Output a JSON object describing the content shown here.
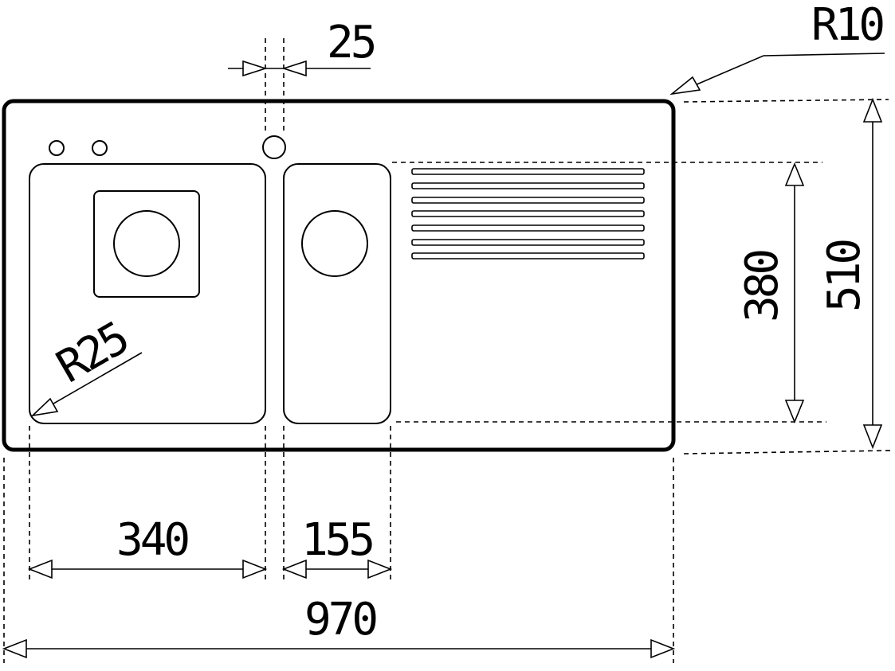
{
  "diagram": {
    "subject": "Kitchen sink with one and a half bowls and drainer",
    "colors": {
      "line": "#000000",
      "background": "#ffffff"
    },
    "dimensions": {
      "overall_width": "970",
      "overall_depth": "510",
      "bowl_depth": "380",
      "large_bowl_width": "340",
      "small_bowl_width": "155",
      "bowl_gap": "25",
      "corner_radius_sink": "R10",
      "corner_radius_bowl": "R25"
    }
  }
}
